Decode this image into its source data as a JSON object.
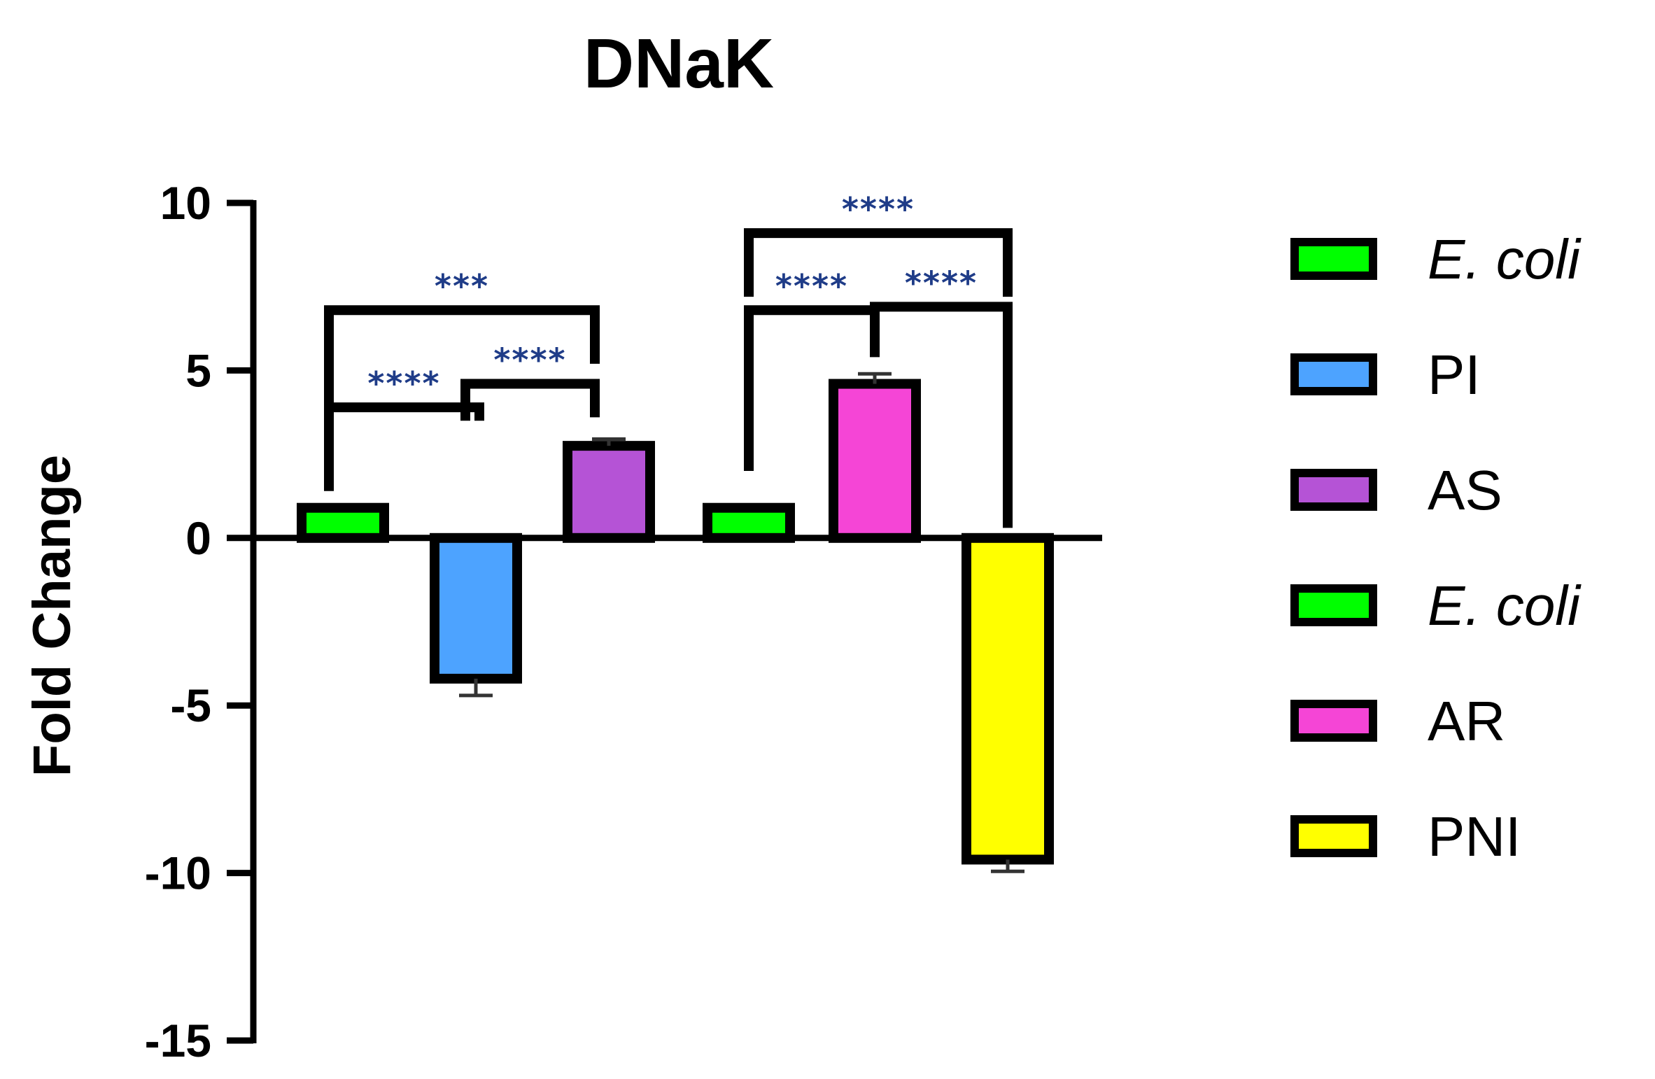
{
  "chart_data": {
    "type": "bar",
    "title": "DNaK",
    "ylabel": "Fold Change",
    "xlabel": "",
    "ylim": [
      -15,
      10
    ],
    "yticks": [
      10,
      5,
      0,
      -5,
      -10,
      -15
    ],
    "legend_position": "right",
    "categories": [
      "E. coli",
      "PI",
      "AS",
      "E. coli",
      "AR",
      "PNI"
    ],
    "values": [
      0.9,
      -4.2,
      2.75,
      0.9,
      4.6,
      -9.6
    ],
    "errors": [
      0,
      0.5,
      0.2,
      0,
      0.3,
      0.35
    ],
    "colors": [
      "#00ff00",
      "#4da3ff",
      "#b553d6",
      "#00ff00",
      "#f545d6",
      "#ffff00"
    ],
    "legend": [
      {
        "label": "E. coli",
        "italic": true
      },
      {
        "label": "PI",
        "italic": false
      },
      {
        "label": "AS",
        "italic": false
      },
      {
        "label": "E. coli",
        "italic": true
      },
      {
        "label": "AR",
        "italic": false
      },
      {
        "label": "PNI",
        "italic": false
      }
    ],
    "comparisons": [
      {
        "from": 0,
        "to": 1,
        "label": "****"
      },
      {
        "from": 1,
        "to": 2,
        "label": "****"
      },
      {
        "from": 0,
        "to": 2,
        "label": "***"
      },
      {
        "from": 3,
        "to": 4,
        "label": "****"
      },
      {
        "from": 4,
        "to": 5,
        "label": "****"
      },
      {
        "from": 3,
        "to": 5,
        "label": "****"
      }
    ]
  }
}
